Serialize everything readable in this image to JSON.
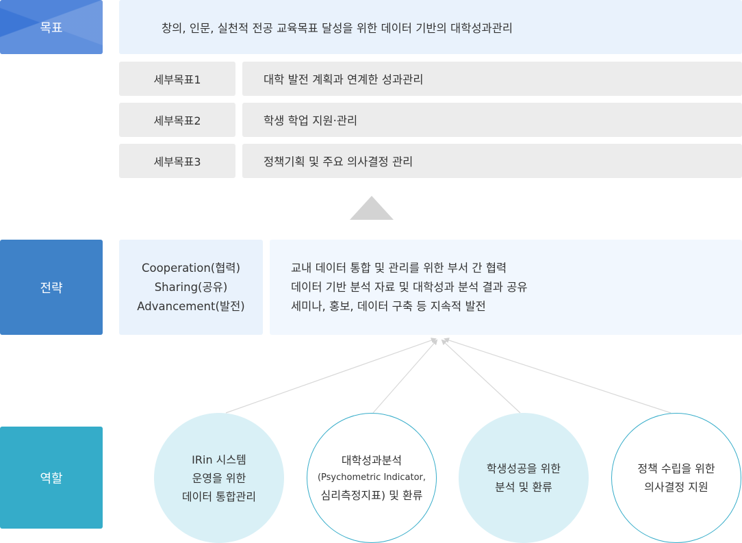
{
  "labels": {
    "goal": "목표",
    "strategy": "전략",
    "role": "역할"
  },
  "goal": {
    "main": "창의, 인문, 실천적 전공 교육목표 달성을 위한 데이터 기반의 대학성과관리",
    "sub_goals": [
      {
        "key": "세부목표1",
        "value": "대학 발전 계획과 연계한 성과관리"
      },
      {
        "key": "세부목표2",
        "value": "학생 학업 지원·관리"
      },
      {
        "key": "세부목표3",
        "value": "정책기획 및 주요 의사결정 관리"
      }
    ]
  },
  "strategy": {
    "principles": [
      "Cooperation(협력)",
      "Sharing(공유)",
      "Advancement(발전)"
    ],
    "actions": [
      "교내 데이터 통합 및 관리를 위한 부서 간 협력",
      "데이터 기반 분석 자료 및 대학성과 분석 결과 공유",
      "세미나, 홍보, 데이터 구축 등 지속적 발전"
    ]
  },
  "roles": [
    {
      "lines": [
        "IRin 시스템",
        "운영을 위한",
        "데이터 통합관리"
      ]
    },
    {
      "lines": [
        "대학성과분석",
        "(Psychometric Indicator,",
        "심리측정지표) 및 환류"
      ]
    },
    {
      "lines": [
        "학생성공을 위한",
        "분석 및 환류"
      ]
    },
    {
      "lines": [
        "정책 수립을 위한",
        "의사결정 지원"
      ]
    }
  ],
  "colors": {
    "goal_label": "#3d77d6",
    "strategy_label": "#3f82c8",
    "role_label": "#35acc9",
    "light_panel": "#e9f2fc",
    "gray_panel": "#ececec",
    "circle_fill": "#d9f0f6"
  }
}
